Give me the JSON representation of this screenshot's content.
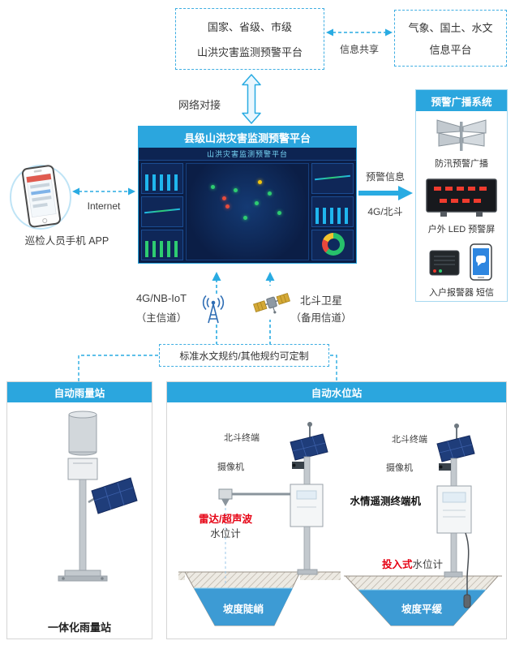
{
  "colors": {
    "accent": "#2BA6DE",
    "arrow_blue": "#29ABE2",
    "alert_red": "#E60012",
    "water_blue": "#3D9BD4"
  },
  "top_section": {
    "national_platform": {
      "line1": "国家、省级、市级",
      "line2": "山洪灾害监测预警平台"
    },
    "info_share_label": "信息共享",
    "info_platform": {
      "line1": "气象、国土、水文",
      "line2": "信息平台"
    },
    "network_link_label": "网络对接"
  },
  "platform": {
    "title": "县级山洪灾害监测预警平台",
    "dashboard_title": "山洪灾害监测预警平台"
  },
  "app": {
    "internet_label": "Internet",
    "caption": "巡检人员手机 APP"
  },
  "warning": {
    "line1": "预警信息",
    "line2": "4G/北斗"
  },
  "broadcast": {
    "title": "预警广播系统",
    "items": [
      {
        "label": "防汛预警广播",
        "icon": "horn-speakers-icon"
      },
      {
        "label": "户外 LED 预警屏",
        "icon": "led-screen-icon"
      },
      {
        "label": "入户报警器 短信",
        "icon": "alarm-and-phone-icon"
      }
    ]
  },
  "channels": {
    "main": {
      "name": "4G/NB-IoT",
      "note": "（主信道）",
      "icon": "antenna-icon"
    },
    "backup": {
      "name": "北斗卫星",
      "note": "（备用信道）",
      "icon": "satellite-icon"
    },
    "protocol_note": "标准水文规约/其他规约可定制"
  },
  "rain_station": {
    "title": "自动雨量站",
    "caption": "一体化雨量站"
  },
  "water_station": {
    "title": "自动水位站",
    "left": {
      "beidou_label": "北斗终端",
      "camera_label": "摄像机",
      "gauge_red": "雷达/超声波",
      "gauge_black": "水位计",
      "slope_label": "坡度陡峭"
    },
    "right": {
      "beidou_label": "北斗终端",
      "camera_label": "摄像机",
      "terminal_label": "水情遥测终端机",
      "gauge_red": "投入式",
      "gauge_black": "水位计",
      "slope_label": "坡度平缓"
    }
  }
}
